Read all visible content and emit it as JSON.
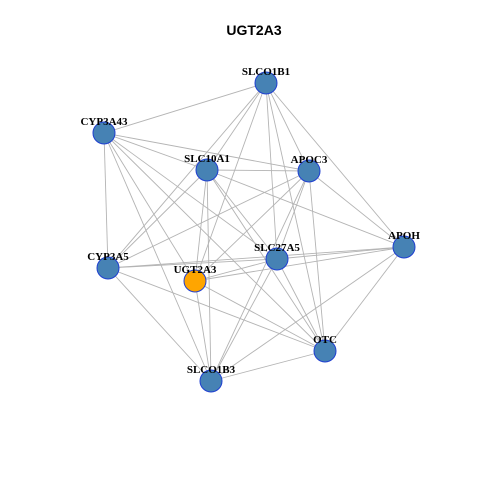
{
  "title": "UGT2A3",
  "colors": {
    "node": "#4682b4",
    "highlight": "#ffa500",
    "edge": "#b4b4b4",
    "border": "#1f3fd1"
  },
  "nodes": [
    {
      "id": "SLCO1B1",
      "label": "SLCO1B1",
      "highlight": false
    },
    {
      "id": "CYP3A43",
      "label": "CYP3A43",
      "highlight": false
    },
    {
      "id": "SLC10A1",
      "label": "SLC10A1",
      "highlight": false
    },
    {
      "id": "APOC3",
      "label": "APOC3",
      "highlight": false
    },
    {
      "id": "APOH",
      "label": "APOH",
      "highlight": false
    },
    {
      "id": "CYP3A5",
      "label": "CYP3A5",
      "highlight": false
    },
    {
      "id": "UGT2A3",
      "label": "UGT2A3",
      "highlight": true
    },
    {
      "id": "SLC27A5",
      "label": "SLC27A5",
      "highlight": false
    },
    {
      "id": "OTC",
      "label": "OTC",
      "highlight": false
    },
    {
      "id": "SLCO1B3",
      "label": "SLCO1B3",
      "highlight": false
    }
  ],
  "edges": [
    [
      "SLCO1B1",
      "CYP3A43"
    ],
    [
      "SLCO1B1",
      "SLC10A1"
    ],
    [
      "SLCO1B1",
      "APOC3"
    ],
    [
      "SLCO1B1",
      "APOH"
    ],
    [
      "SLCO1B1",
      "UGT2A3"
    ],
    [
      "SLCO1B1",
      "SLC27A5"
    ],
    [
      "SLCO1B1",
      "OTC"
    ],
    [
      "SLCO1B1",
      "CYP3A5"
    ],
    [
      "CYP3A43",
      "SLC10A1"
    ],
    [
      "CYP3A43",
      "APOC3"
    ],
    [
      "CYP3A43",
      "CYP3A5"
    ],
    [
      "CYP3A43",
      "SLC27A5"
    ],
    [
      "CYP3A43",
      "OTC"
    ],
    [
      "CYP3A43",
      "SLCO1B3"
    ],
    [
      "CYP3A43",
      "UGT2A3"
    ],
    [
      "SLC10A1",
      "APOC3"
    ],
    [
      "SLC10A1",
      "CYP3A5"
    ],
    [
      "SLC10A1",
      "UGT2A3"
    ],
    [
      "SLC10A1",
      "SLC27A5"
    ],
    [
      "SLC10A1",
      "OTC"
    ],
    [
      "SLC10A1",
      "SLCO1B3"
    ],
    [
      "SLC10A1",
      "APOH"
    ],
    [
      "APOC3",
      "UGT2A3"
    ],
    [
      "APOC3",
      "SLC27A5"
    ],
    [
      "APOC3",
      "OTC"
    ],
    [
      "APOC3",
      "SLCO1B3"
    ],
    [
      "APOC3",
      "CYP3A5"
    ],
    [
      "APOC3",
      "APOH"
    ],
    [
      "APOH",
      "UGT2A3"
    ],
    [
      "APOH",
      "SLC27A5"
    ],
    [
      "APOH",
      "SLCO1B3"
    ],
    [
      "APOH",
      "OTC"
    ],
    [
      "APOH",
      "CYP3A5"
    ],
    [
      "CYP3A5",
      "SLCO1B3"
    ],
    [
      "CYP3A5",
      "OTC"
    ],
    [
      "CYP3A5",
      "SLC27A5"
    ],
    [
      "UGT2A3",
      "SLC27A5"
    ],
    [
      "UGT2A3",
      "SLCO1B3"
    ],
    [
      "UGT2A3",
      "OTC"
    ],
    [
      "SLC27A5",
      "SLCO1B3"
    ],
    [
      "SLC27A5",
      "OTC"
    ],
    [
      "OTC",
      "SLCO1B3"
    ]
  ]
}
